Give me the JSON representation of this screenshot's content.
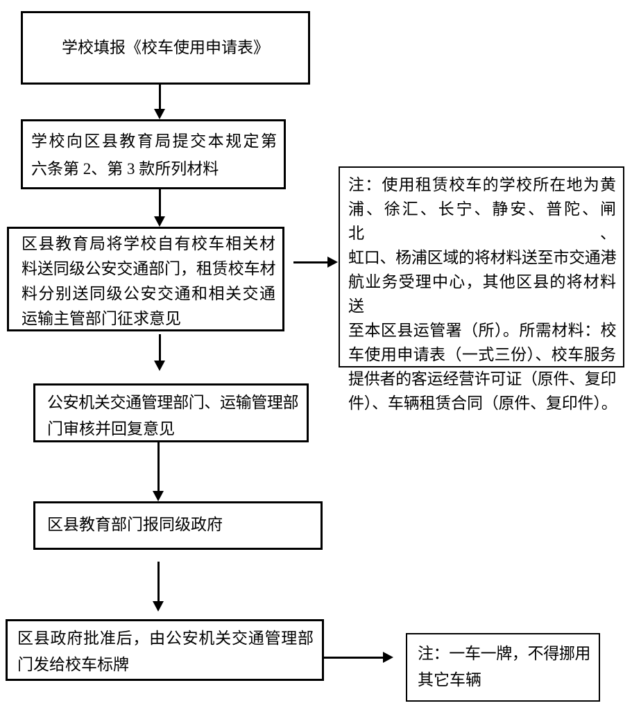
{
  "flow": {
    "title_implied": "校车使用申请流程图",
    "colors": {
      "ink": "#000000",
      "paper": "#ffffff"
    },
    "box1": {
      "lines": [
        "学校填报《校车使用申请表》"
      ]
    },
    "box2": {
      "lines": [
        "学校向区县教育局提交本规定第",
        "六条第 2、第 3 款所列材料"
      ]
    },
    "box3": {
      "lines": [
        "区县教育局将学校自有校车相关材",
        "料送同级公安交通部门，租赁校车材",
        "料分别送同级公安交通和相关交通",
        "运输主管部门征求意见"
      ]
    },
    "box4": {
      "lines": [
        "公安机关交通管理部门、运输管理部",
        "门审核并回复意见"
      ]
    },
    "box5": {
      "lines": [
        "区县教育部门报同级政府"
      ]
    },
    "box6": {
      "lines": [
        "区县政府批准后，由公安机关交通管理部",
        "门发给校车标牌"
      ]
    },
    "note1": {
      "lines": [
        "注：使用租赁校车的学校所在地为黄",
        "浦、徐汇、长宁、静安、普陀、闸北、",
        "虹口、杨浦区域的将材料送至市交通港",
        "航业务受理中心，其他区县的将材料送",
        "至本区县运管署（所）。所需材料：校",
        "车使用申请表（一式三份）、校车服务",
        "提供者的客运经营许可证（原件、复印",
        "件）、车辆租赁合同（原件、复印件）。"
      ]
    },
    "note2": {
      "lines": [
        "注：一车一牌，不得挪用",
        "其它车辆"
      ]
    }
  }
}
